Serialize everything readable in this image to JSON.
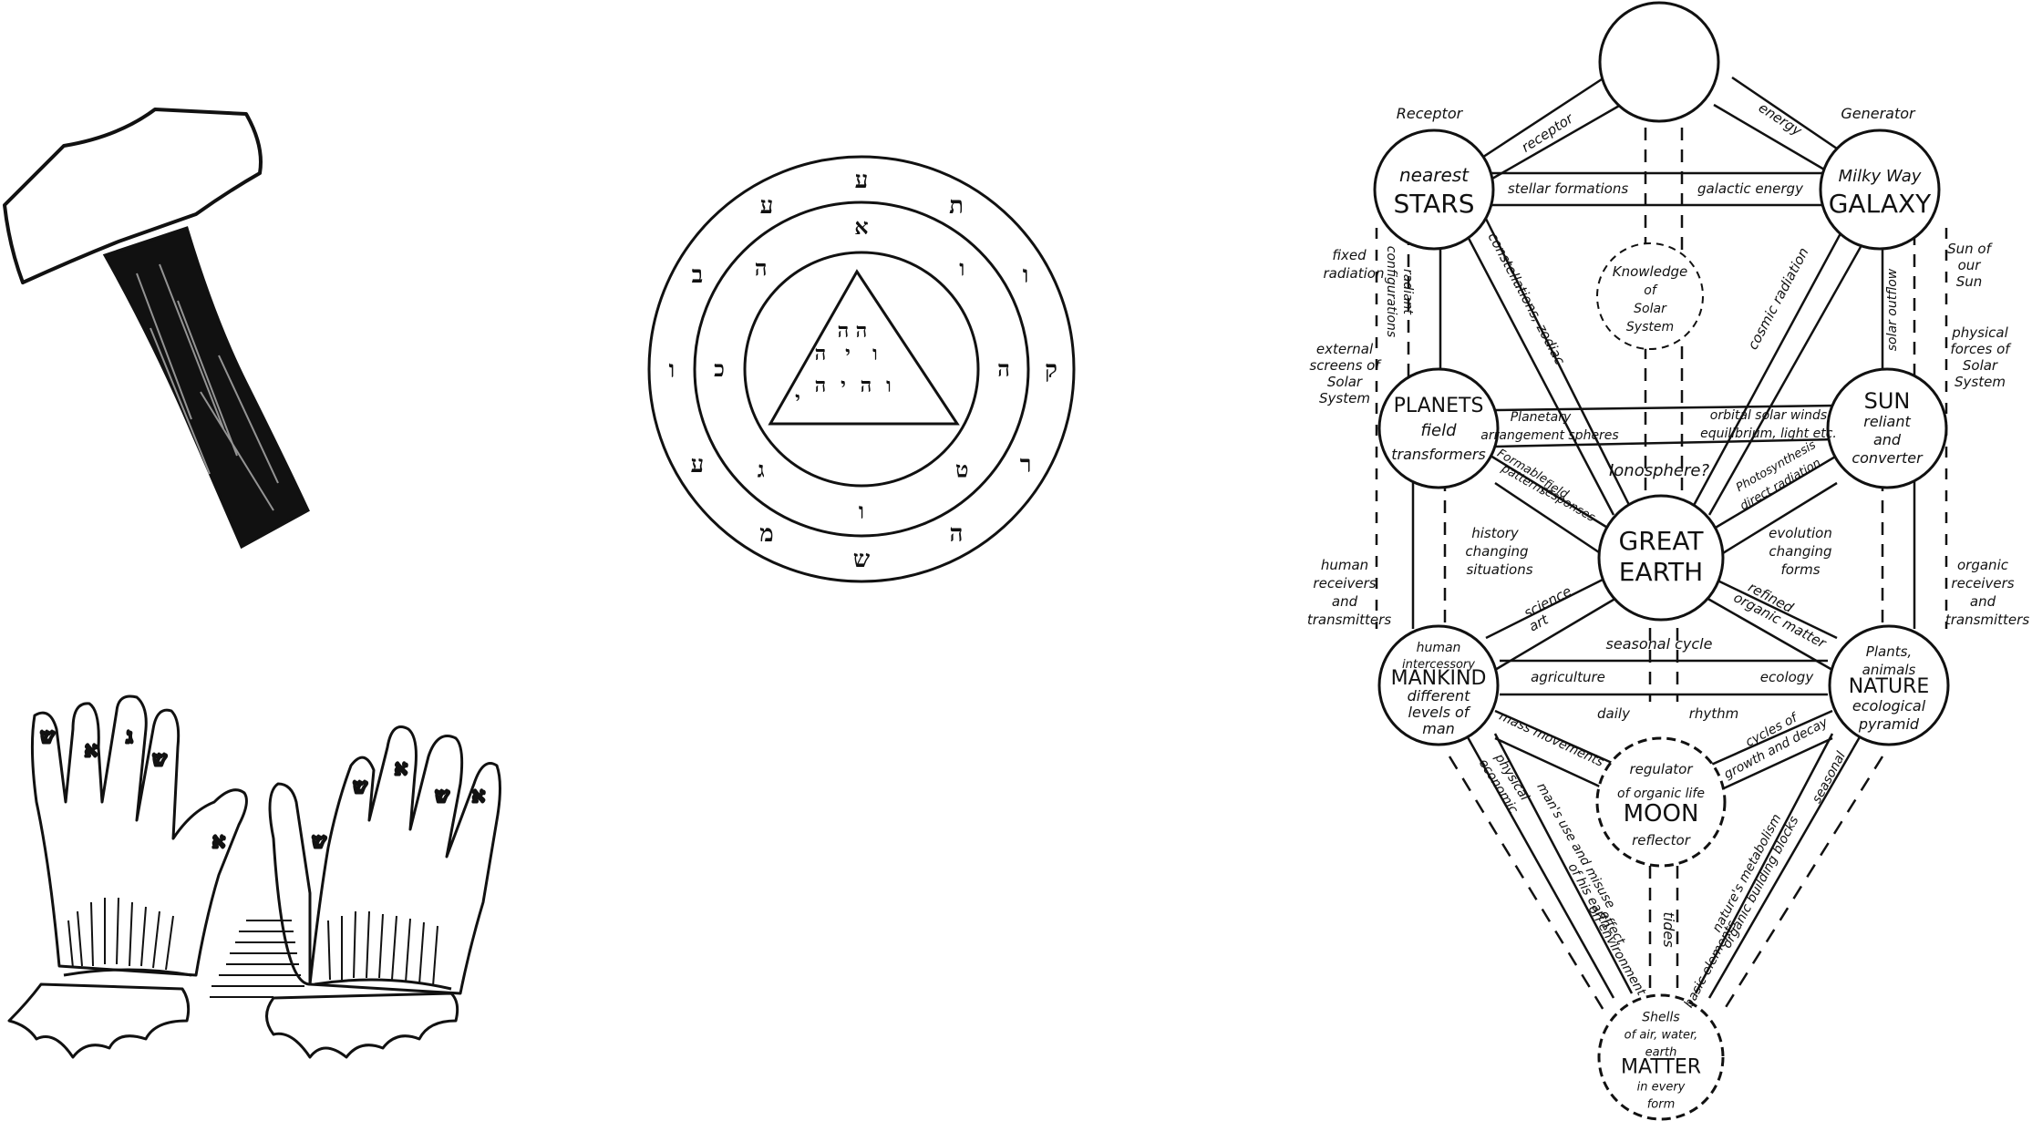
{
  "hammer": {},
  "seal": {
    "outer_ring_letters": [
      "ע",
      "ת",
      "ו",
      "ק",
      "ר",
      "ה",
      "ש",
      "מ",
      "ע",
      "ו",
      "ב",
      "ע"
    ],
    "inner_ring_letters": [
      "א",
      "ו",
      "ה",
      "ט",
      "ו",
      "ג",
      "כ",
      "ה"
    ],
    "triangle_letters": [
      "ה",
      "ה",
      "ו",
      "י",
      "ה",
      "ו",
      "ה",
      "י",
      "ה",
      "י"
    ]
  },
  "hands": {
    "left_hand_letters": [
      "ש",
      "א",
      "ג",
      "ש",
      "א"
    ],
    "right_hand_letters": [
      "ש",
      "א",
      "ש",
      "א",
      "ש"
    ]
  },
  "tree": {
    "nodes": {
      "top": {
        "lines": []
      },
      "stars": {
        "lines": [
          "nearest",
          "STARS"
        ],
        "side": "Receptor"
      },
      "galaxy": {
        "lines": [
          "Milky Way",
          "GALAXY"
        ],
        "side": "Generator"
      },
      "solar_system": {
        "lines": [
          "Knowledge",
          "of",
          "Solar",
          "System"
        ]
      },
      "planets": {
        "lines": [
          "PLANETS",
          "field",
          "transformers"
        ]
      },
      "sun": {
        "lines": [
          "SUN",
          "reliant",
          "and",
          "converter"
        ]
      },
      "earth": {
        "lines": [
          "GREAT",
          "EARTH"
        ]
      },
      "mankind": {
        "lines": [
          "human",
          "intercessory",
          "MANKIND",
          "different",
          "levels of",
          "man"
        ]
      },
      "nature": {
        "lines": [
          "Plants,",
          "animals",
          "NATURE",
          "ecological",
          "pyramid"
        ]
      },
      "moon": {
        "lines": [
          "regulator",
          "of organic life",
          "MOON",
          "reflector"
        ]
      },
      "matter": {
        "lines": [
          "Shells",
          "of air, water,",
          "earth",
          "MATTER",
          "in every",
          "form"
        ]
      }
    },
    "paths": {
      "top_stars": "receptor",
      "top_galaxy": "energy",
      "stars_galaxy": [
        "stellar formations",
        "galactic energy"
      ],
      "stars_earth": "constellations, zodiac",
      "galaxy_earth": "cosmic radiation",
      "planets_sun": [
        "Planetary",
        "arrangement spheres",
        "orbital solar winds",
        "equilibrium, light etc."
      ],
      "ionosphere": "Ionosphere?",
      "planets_earth": [
        "Formable",
        "field",
        "responses",
        "patterns"
      ],
      "sun_earth": [
        "Photosynthesis",
        "direct radiation"
      ],
      "mankind_earth": [
        "science",
        "art"
      ],
      "nature_earth": [
        "refined",
        "organic matter"
      ],
      "seasonal": "seasonal cycle",
      "mankind_nature": [
        "agriculture",
        "ecology"
      ],
      "moon_row": [
        "daily",
        "rhythm"
      ],
      "mankind_moon": "mass movements",
      "nature_moon": [
        "cycles of",
        "growth and decay"
      ],
      "mankind_matter_a": [
        "physical",
        "economic"
      ],
      "mankind_matter_b": [
        "man's use and misuse",
        "of his earth",
        "effect",
        "on environment"
      ],
      "nature_matter_a": [
        "nature's metabolism",
        "organic building blocks"
      ],
      "nature_matter_b": "basic elements",
      "nature_matter_c": "seasonal",
      "moon_matter": "tides"
    },
    "side_labels": {
      "fixed_radiation": [
        "fixed",
        "radiation"
      ],
      "radiant_configurations": [
        "radiant",
        "configurations"
      ],
      "external_screens": [
        "external",
        "screens of",
        "Solar",
        "System"
      ],
      "sun_of_our_sun": [
        "Sun of",
        "our",
        "Sun"
      ],
      "physical_forces": [
        "physical",
        "forces of",
        "Solar",
        "System"
      ],
      "solar_outflow": "solar outflow",
      "history": [
        "history",
        "changing",
        "situations"
      ],
      "evolution": [
        "evolution",
        "changing",
        "forms"
      ],
      "human_receivers": [
        "human",
        "receivers",
        "and",
        "transmitters"
      ],
      "organic_receivers": [
        "organic",
        "receivers",
        "and",
        "transmitters"
      ]
    }
  }
}
